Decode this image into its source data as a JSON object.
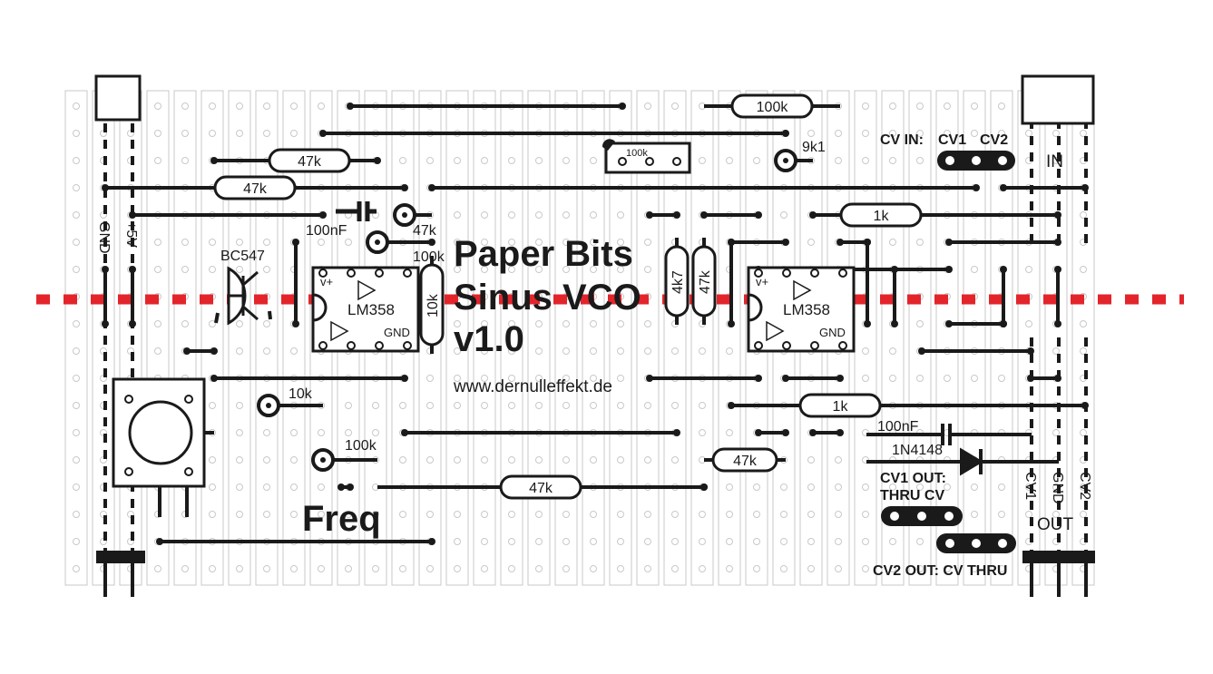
{
  "title": {
    "line1": "Paper Bits",
    "line2": "Sinus VCO",
    "line3": "v1.0",
    "url": "www.dernulleffekt.de"
  },
  "labels": {
    "freq": "Freq",
    "gnd_left": "GND",
    "plus5v": "+5V",
    "transistor": "BC547",
    "cap_100nf_top": "100nF",
    "cap_100nf_bottom": "100nF",
    "diode": "1N4148",
    "opamp_name": "LM358",
    "opamp_vplus": "v+",
    "opamp_gnd": "GND",
    "cv_in": "CV IN:",
    "cv1": "CV1",
    "cv2": "CV2",
    "in": "IN",
    "out": "OUT",
    "out_cv1": "CV1",
    "out_gnd": "GND",
    "out_cv2": "CV2",
    "cv1_out_line1": "CV1 OUT:",
    "cv1_out_line2": "THRU CV",
    "cv2_out": "CV2 OUT: CV THRU"
  },
  "resistors": {
    "r_100k_top": "100k",
    "r_47k_a": "47k",
    "r_47k_b": "47k",
    "r_1k_right": "1k",
    "r_10k_vertical": "10k",
    "r_4k7": "4k7",
    "r_47k_vertical": "47k",
    "r_1k_bottom": "1k",
    "r_47k_bottom_right": "47k",
    "r_47k_bottom": "47k"
  },
  "trimmers": {
    "trim_100k_top": "100k",
    "trim_9k1": "9k1",
    "trim_47k": "47k",
    "trim_100k_mid": "100k",
    "trim_10k": "10k",
    "trim_100k_bottom": "100k"
  },
  "colors": {
    "board_line": "#c9c9c9",
    "ink": "#1a1a1a",
    "cut_line": "#e3242b"
  }
}
